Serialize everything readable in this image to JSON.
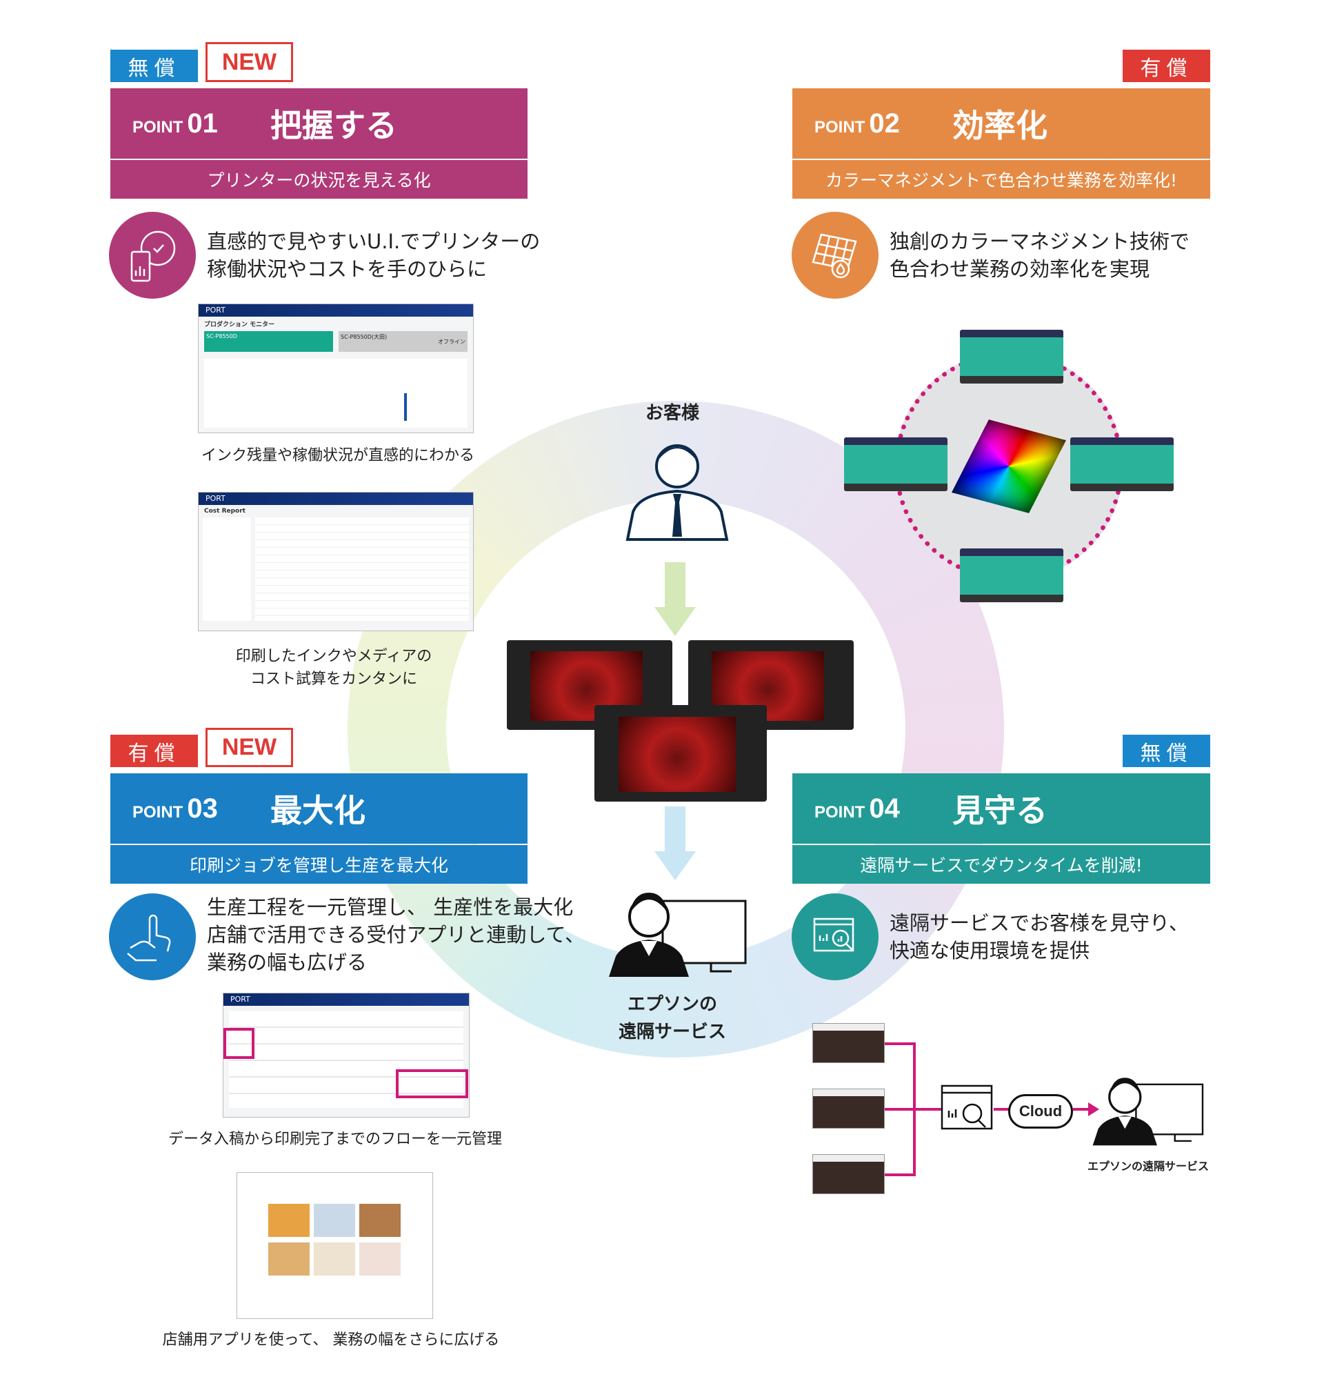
{
  "center": {
    "customer": "お客様",
    "service_line1": "エプソンの",
    "service_line2": "遠隔サービス"
  },
  "points": [
    {
      "badge": "無償",
      "new": "NEW",
      "label": "POINT",
      "num": "01",
      "title": "把握する",
      "subtitle": "プリンターの状況を見える化",
      "body": [
        "直感的で見やすいU.I.でプリンターの",
        "稼働状況やコストを手のひらに"
      ],
      "captions": [
        "インク残量や稼働状況が直感的にわかる",
        "印刷したインクやメディアの",
        "コスト試算をカンタンに"
      ],
      "color": "#b03a77"
    },
    {
      "badge": "有償",
      "label": "POINT",
      "num": "02",
      "title": "効率化",
      "subtitle": "カラーマネジメントで色合わせ業務を効率化!",
      "body": [
        "独創のカラーマネジメント技術で",
        "色合わせ業務の効率化を実現"
      ],
      "color": "#e58a45"
    },
    {
      "badge": "有償",
      "new": "NEW",
      "label": "POINT",
      "num": "03",
      "title": "最大化",
      "subtitle": "印刷ジョブを管理し生産を最大化",
      "body": [
        "生産工程を一元管理し、 生産性を最大化",
        "店舗で活用できる受付アプリと連動して、",
        "業務の幅も広げる"
      ],
      "captions": [
        "データ入稿から印刷完了までのフローを一元管理",
        "店舗用アプリを使って、 業務の幅をさらに広げる"
      ],
      "color": "#1a7fc4"
    },
    {
      "badge": "無償",
      "label": "POINT",
      "num": "04",
      "title": "見守る",
      "subtitle": "遠隔サービスでダウンタイムを削減!",
      "body": [
        "遠隔サービスでお客様を見守り、",
        "快適な使用環境を提供"
      ],
      "cloud": "Cloud",
      "service": "エプソンの遠隔サービス",
      "color": "#229b96"
    }
  ],
  "screens": {
    "port": "PORT",
    "monitor": "プロダクション モニター",
    "printer_a": "SC-P8550D",
    "printer_b": "SC-P8550D(大田)",
    "offline": "オフライン",
    "cost": "Cost Report"
  },
  "colors": {
    "badge_free": "#1a87cc",
    "badge_paid": "#e03a35",
    "accent": "#d0197a"
  }
}
